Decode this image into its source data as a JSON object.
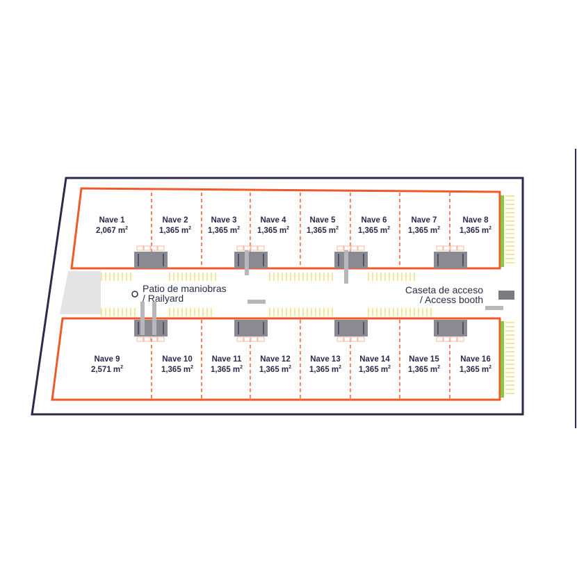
{
  "site_plan": {
    "naves": [
      {
        "name": "Nave 1",
        "area": "2,067 m",
        "unit_sup": "2"
      },
      {
        "name": "Nave 2",
        "area": "1,365 m",
        "unit_sup": "2"
      },
      {
        "name": "Nave 3",
        "area": "1,365 m",
        "unit_sup": "2"
      },
      {
        "name": "Nave 4",
        "area": "1,365 m",
        "unit_sup": "2"
      },
      {
        "name": "Nave 5",
        "area": "1,365 m",
        "unit_sup": "2"
      },
      {
        "name": "Nave 6",
        "area": "1,365 m",
        "unit_sup": "2"
      },
      {
        "name": "Nave 7",
        "area": "1,365 m",
        "unit_sup": "2"
      },
      {
        "name": "Nave 8",
        "area": "1,365 m",
        "unit_sup": "2"
      },
      {
        "name": "Nave 9",
        "area": "2,571 m",
        "unit_sup": "2"
      },
      {
        "name": "Nave 10",
        "area": "1,365 m",
        "unit_sup": "2"
      },
      {
        "name": "Nave 11",
        "area": "1,365 m",
        "unit_sup": "2"
      },
      {
        "name": "Nave 12",
        "area": "1,365 m",
        "unit_sup": "2"
      },
      {
        "name": "Nave 13",
        "area": "1,365 m",
        "unit_sup": "2"
      },
      {
        "name": "Nave 14",
        "area": "1,365 m",
        "unit_sup": "2"
      },
      {
        "name": "Nave 15",
        "area": "1,365 m",
        "unit_sup": "2"
      },
      {
        "name": "Nave 16",
        "area": "1,365 m",
        "unit_sup": "2"
      }
    ],
    "railyard": {
      "line1": "Patio de maniobras",
      "line2": "/ Railyard"
    },
    "access_booth": {
      "line1": "Caseta de acceso",
      "line2": "/ Access booth"
    },
    "colors": {
      "outline": "#2b2a4a",
      "building_border": "#f05a28",
      "divider": "#f05a28",
      "dock": "#8a8a92",
      "parking": "#f2e27a",
      "green_strip": "#8dc63f",
      "yard": "#e4e4e6"
    }
  }
}
